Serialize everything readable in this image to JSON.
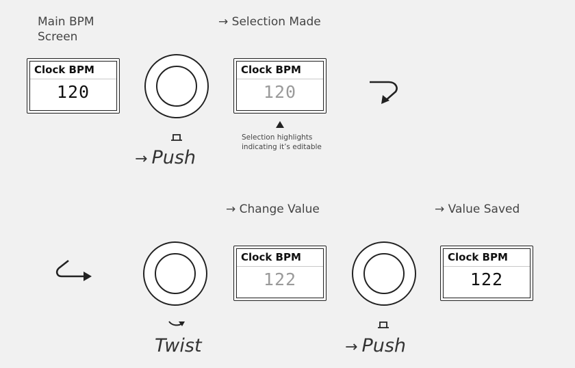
{
  "labels": {
    "main_bpm_line1": "Main BPM",
    "main_bpm_line2": "Screen",
    "selection_made": "Selection Made",
    "change_value": "Change Value",
    "value_saved": "Value Saved",
    "note_line1": "Selection highlights",
    "note_line2": "indicating it’s editable"
  },
  "arrow_glyph": "→",
  "actions": {
    "push_1": "Push",
    "twist": "Twist",
    "push_2": "Push"
  },
  "screens": [
    {
      "title": "Clock BPM",
      "value": "120",
      "state": "normal"
    },
    {
      "title": "Clock BPM",
      "value": "120",
      "state": "highlighted"
    },
    {
      "title": "Clock BPM",
      "value": "122",
      "state": "highlighted"
    },
    {
      "title": "Clock BPM",
      "value": "122",
      "state": "normal"
    }
  ],
  "colors": {
    "background": "#f1f1f1",
    "ink": "#222222",
    "dim_value": "#9a9a9a"
  },
  "icons": [
    "push-indicator-icon",
    "twist-indicator-icon",
    "return-arrow-icon",
    "continue-arrow-icon",
    "pointer-triangle-icon"
  ]
}
